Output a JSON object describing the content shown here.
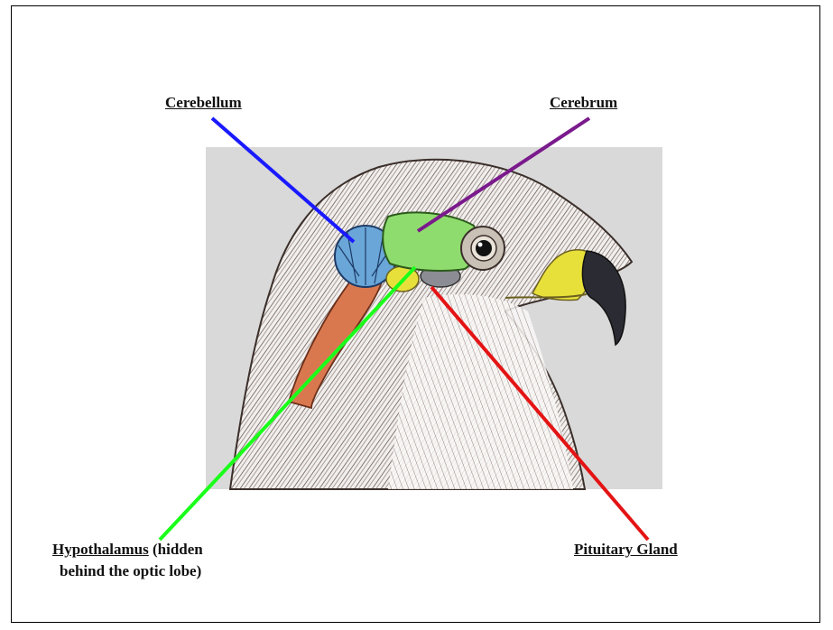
{
  "labels": {
    "cerebellum": "Cerebellum",
    "cerebrum": "Cerebrum",
    "hypothalamus_main": "Hypothalamus",
    "hypothalamus_rest_line1": " (hidden",
    "hypothalamus_line2": "behind the optic lobe)",
    "pituitary": "Pituitary Gland"
  },
  "colors": {
    "cerebellum_line": "#1a1aff",
    "cerebrum_line": "#7a1a8c",
    "hypothalamus_line": "#1aff1a",
    "pituitary_line": "#e41414",
    "cerebellum_fill": "#6aa6d8",
    "cerebrum_fill": "#8fdc6e",
    "beak": "#e8e03a",
    "spinal_cord": "#d9784f"
  }
}
